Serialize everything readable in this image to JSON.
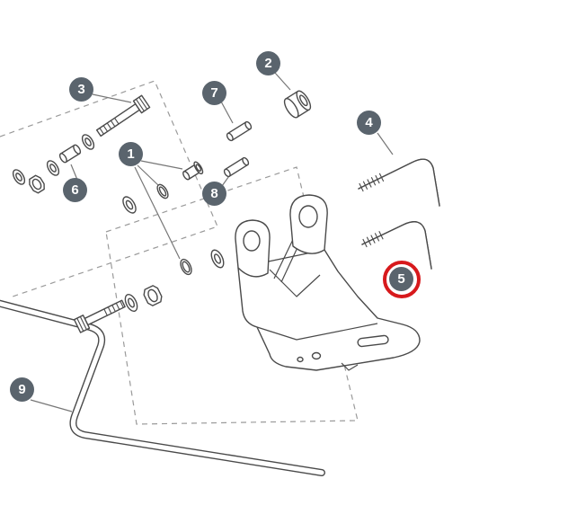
{
  "diagram": {
    "type": "exploded-parts-diagram",
    "description": "Exploded parts drawing of a bracket assembly with numbered callouts; part 5 is circled in red"
  },
  "colors": {
    "background": "#ffffff",
    "badge_bg": "#5a646d",
    "badge_text": "#ffffff",
    "line": "#4a4a4a",
    "dash_line": "#9a9a9a",
    "leader_line": "#777777",
    "highlight_ring": "#d7191c"
  },
  "callouts": [
    {
      "number": "1",
      "highlighted": false
    },
    {
      "number": "2",
      "highlighted": false
    },
    {
      "number": "3",
      "highlighted": false
    },
    {
      "number": "4",
      "highlighted": false
    },
    {
      "number": "5",
      "highlighted": true
    },
    {
      "number": "6",
      "highlighted": false
    },
    {
      "number": "7",
      "highlighted": false
    },
    {
      "number": "8",
      "highlighted": false
    },
    {
      "number": "9",
      "highlighted": false
    }
  ],
  "highlight": {
    "part_number": "5",
    "style": "red-circle"
  }
}
